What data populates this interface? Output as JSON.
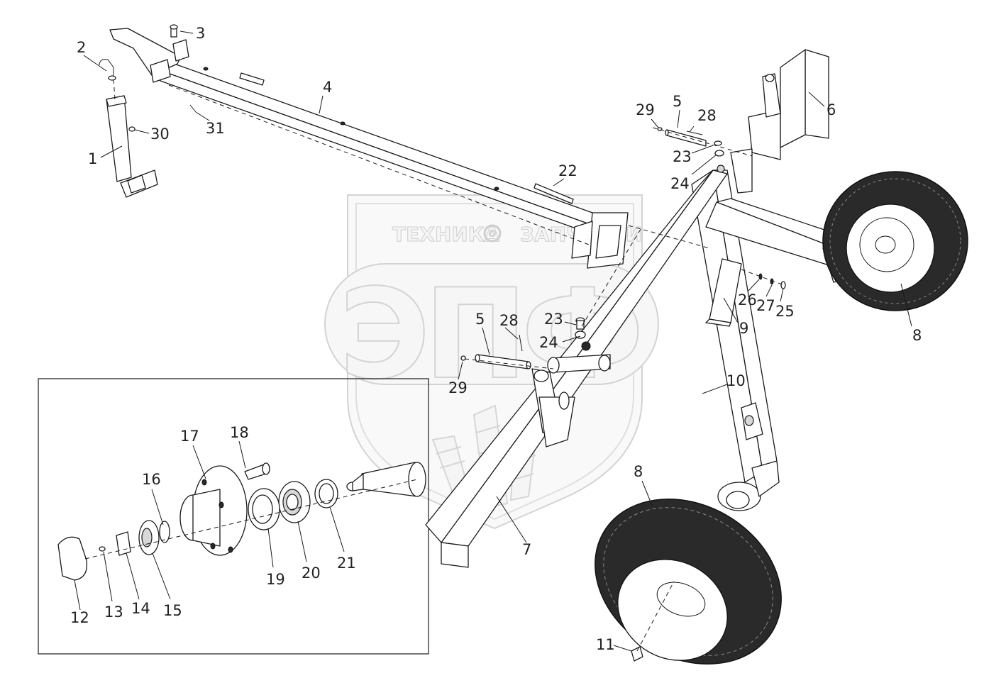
{
  "watermark": {
    "left_text": "ТЕХНИКА",
    "right_text": "ЗАПЧАСТИ",
    "big_text": "ЭПФ"
  },
  "callouts": [
    {
      "id": "c1",
      "label": "1"
    },
    {
      "id": "c2",
      "label": "2"
    },
    {
      "id": "c3",
      "label": "3"
    },
    {
      "id": "c4",
      "label": "4"
    },
    {
      "id": "c5a",
      "label": "5"
    },
    {
      "id": "c5b",
      "label": "5"
    },
    {
      "id": "c6",
      "label": "6"
    },
    {
      "id": "c7",
      "label": "7"
    },
    {
      "id": "c8a",
      "label": "8"
    },
    {
      "id": "c8b",
      "label": "8"
    },
    {
      "id": "c9",
      "label": "9"
    },
    {
      "id": "c10",
      "label": "10"
    },
    {
      "id": "c11",
      "label": "11"
    },
    {
      "id": "c12",
      "label": "12"
    },
    {
      "id": "c13",
      "label": "13"
    },
    {
      "id": "c14",
      "label": "14"
    },
    {
      "id": "c15",
      "label": "15"
    },
    {
      "id": "c16",
      "label": "16"
    },
    {
      "id": "c17",
      "label": "17"
    },
    {
      "id": "c18",
      "label": "18"
    },
    {
      "id": "c19",
      "label": "19"
    },
    {
      "id": "c20",
      "label": "20"
    },
    {
      "id": "c21",
      "label": "21"
    },
    {
      "id": "c22",
      "label": "22"
    },
    {
      "id": "c23a",
      "label": "23"
    },
    {
      "id": "c23b",
      "label": "23"
    },
    {
      "id": "c24a",
      "label": "24"
    },
    {
      "id": "c24b",
      "label": "24"
    },
    {
      "id": "c25",
      "label": "25"
    },
    {
      "id": "c26",
      "label": "26"
    },
    {
      "id": "c27",
      "label": "27"
    },
    {
      "id": "c28a",
      "label": "28"
    },
    {
      "id": "c28b",
      "label": "28"
    },
    {
      "id": "c29a",
      "label": "29"
    },
    {
      "id": "c29b",
      "label": "29"
    },
    {
      "id": "c30",
      "label": "30"
    },
    {
      "id": "c31",
      "label": "31"
    }
  ]
}
